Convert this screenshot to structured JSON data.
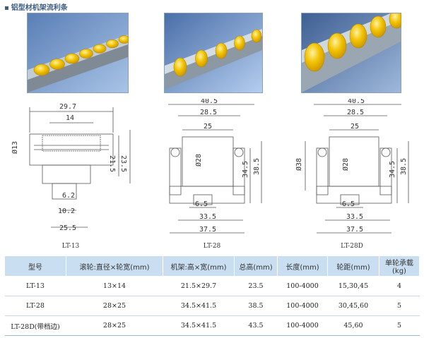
{
  "header": {
    "title": "铝型材机架流利条"
  },
  "captions": [
    "LT-13",
    "LT-28",
    "LT-28D"
  ],
  "drawings": {
    "lt13": {
      "d1": "29.7",
      "d2": "14",
      "d3": "Ø13",
      "d4": "21.5",
      "d5": "23.5",
      "d6": "6.2",
      "d7": "10.2",
      "d8": "25.5"
    },
    "lt28": {
      "d1": "40.5",
      "d2": "28.5",
      "d3": "25",
      "d4": "Ø28",
      "d5": "34.5",
      "d6": "38.5",
      "d7": "6.5",
      "d8": "33.5",
      "d9": "37.5"
    },
    "lt28d": {
      "d1": "40.5",
      "d2": "28.5",
      "d3": "25",
      "d4": "Ø38",
      "d5": "Ø28",
      "d6": "34.5",
      "d7": "38.5",
      "d8": "6.5",
      "d9": "33.5",
      "d10": "37.5"
    }
  },
  "table": {
    "headers": [
      "型号",
      "滚轮:直径×轮宽(mm)",
      "机架:高×宽(mm)",
      "总高(mm)",
      "长度(mm)",
      "轮距(mm)",
      "单轮承载(kg)"
    ],
    "rows": [
      [
        "LT-13",
        "13×14",
        "21.5×29.7",
        "23.5",
        "100-4000",
        "15,30,45",
        "4"
      ],
      [
        "LT-28",
        "28×25",
        "34.5×41.5",
        "38.5",
        "100-4000",
        "30,45,60",
        "5"
      ],
      [
        "LT-28D(带档边)",
        "28×25",
        "34.5×41.5",
        "43.5",
        "100-4000",
        "45,60",
        "5"
      ]
    ]
  },
  "colors": {
    "roller": "#f2c200",
    "rail": "#a8b4bf",
    "header_bg": "#c9def0",
    "title": "#3d5a80"
  }
}
